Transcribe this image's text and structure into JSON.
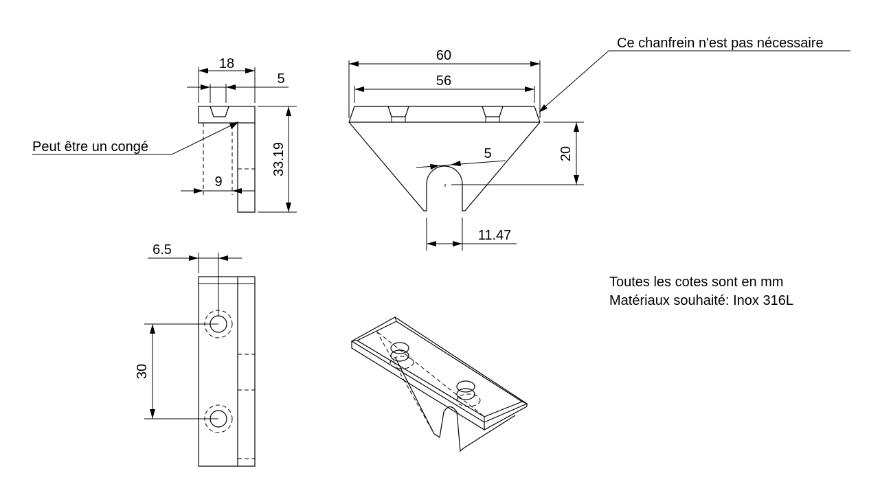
{
  "dimensions": {
    "side_width": "18",
    "side_offset": "5",
    "side_height": "33.19",
    "side_slot": "9",
    "front_outer_width": "60",
    "front_inner_width": "56",
    "front_height": "20",
    "notch_radius": "5",
    "notch_width": "11.47",
    "plan_edge": "6.5",
    "plan_spacing": "30"
  },
  "annotations": {
    "chamfer_note": "Ce chanfrein n'est pas nécessaire",
    "fillet_note": "Peut être un congé"
  },
  "notes": {
    "line1": "Toutes les cotes sont en mm",
    "line2": "Matériaux souhaité: Inox 316L"
  }
}
